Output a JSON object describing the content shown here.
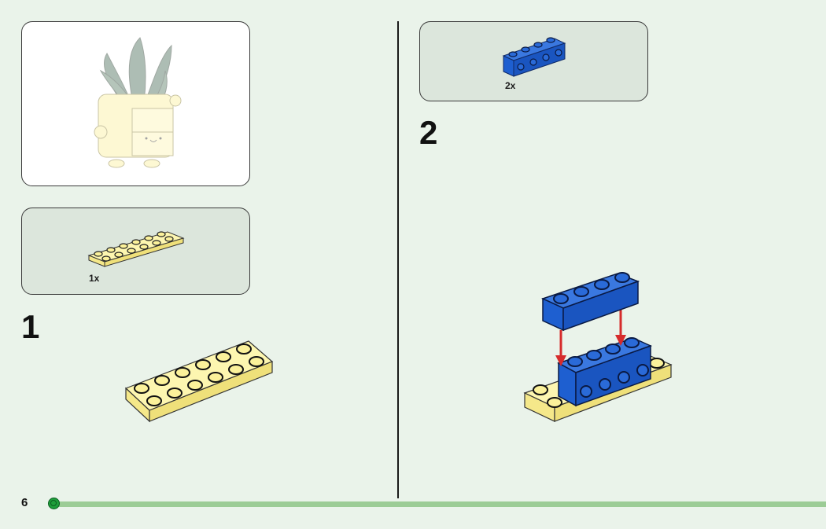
{
  "page": {
    "number": "6",
    "background": "#eaf3ea",
    "progress_color": "#9ccc96",
    "progress_dot_color": "#1e9e3a"
  },
  "preview": {
    "subject": "finished model: plant in yellow pot with smiling face (faded)"
  },
  "steps": [
    {
      "number": "1",
      "parts": [
        {
          "name": "yellow 2x6 plate",
          "color": "#fbf19a",
          "quantity": "1x"
        }
      ],
      "illustration": "yellow 2x6 plate"
    },
    {
      "number": "2",
      "parts": [
        {
          "name": "blue 1x4 brick with side studs",
          "color": "#1e5fd0",
          "quantity": "2x"
        }
      ],
      "illustration": "blue 1x4 brick placed onto blue side-stud brick on yellow plate",
      "arrow_color": "#d62b2b"
    }
  ]
}
